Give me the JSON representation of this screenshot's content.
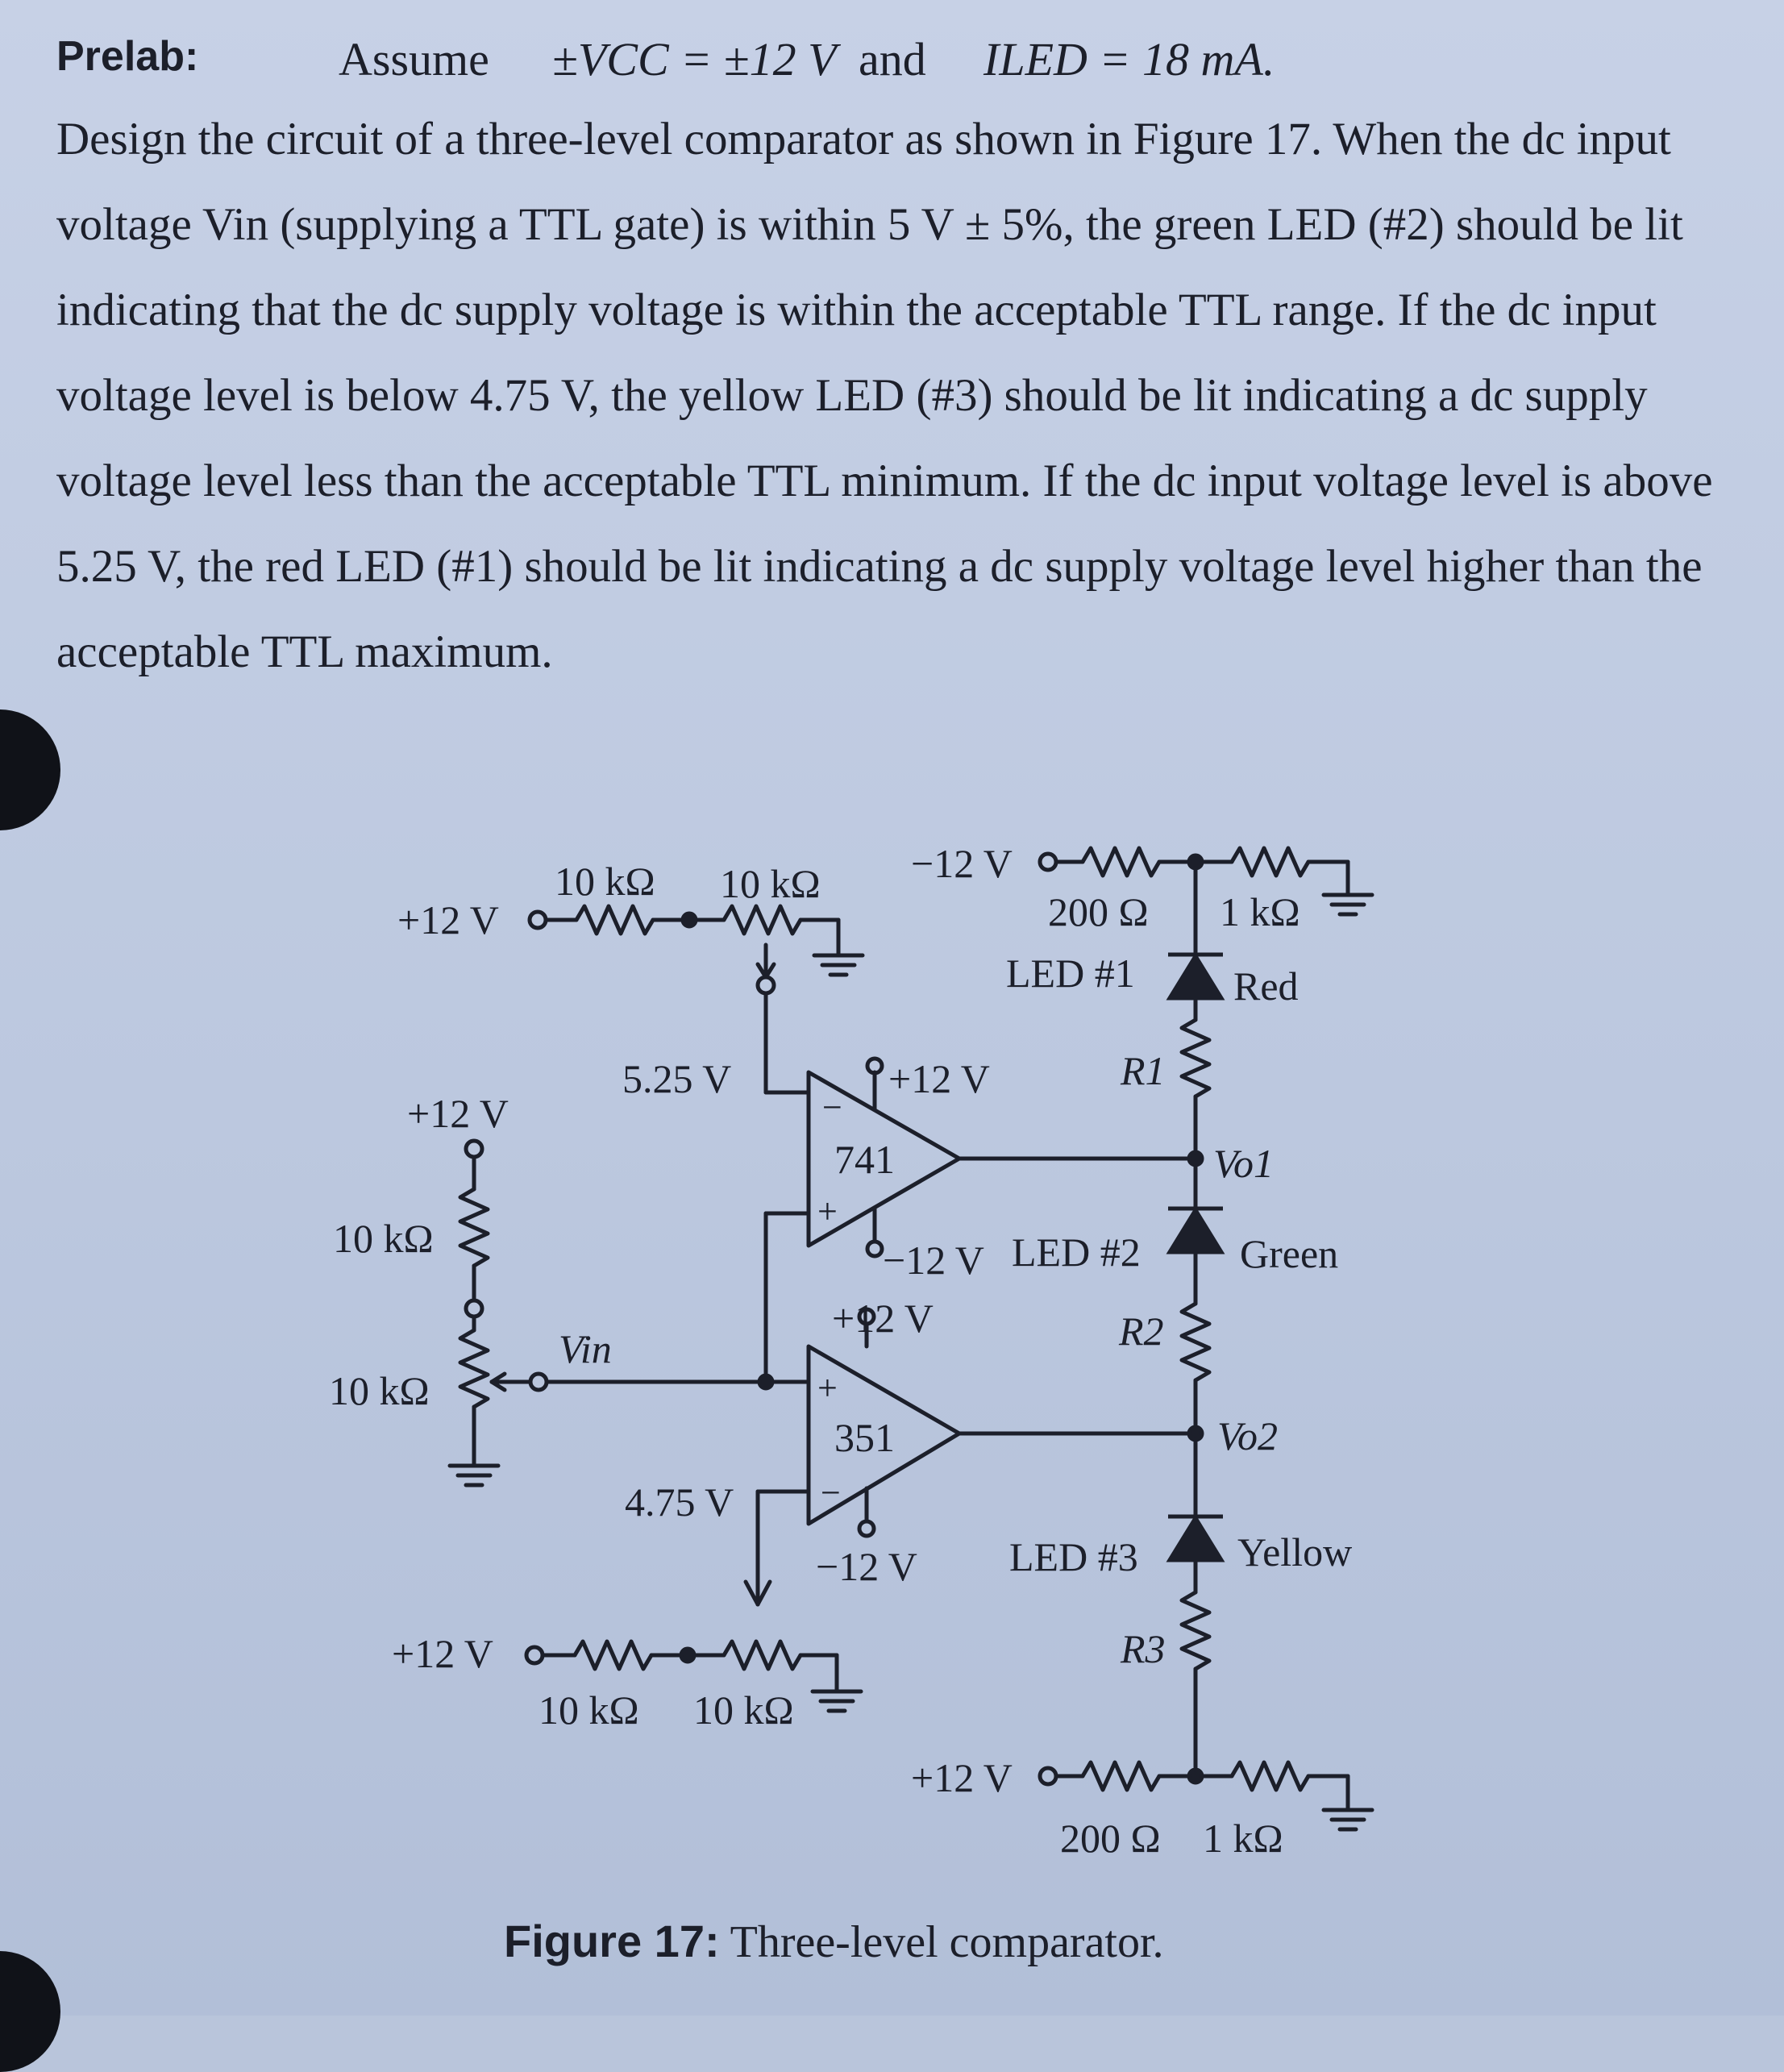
{
  "prelab": {
    "label": "Prelab:",
    "assume": "Assume",
    "vcc_expr": "±VCC = ±12 V",
    "and": "and",
    "iled_expr": "ILED = 18 mA."
  },
  "paragraph": {
    "lines": [
      "Design the circuit of a three-level comparator as shown in Figure 17. When the dc input",
      "voltage Vin (supplying a TTL gate) is within 5 V ± 5%, the green LED (#2) should be lit",
      "indicating that the dc supply voltage is within the acceptable TTL range. If the dc input",
      "voltage level is below 4.75 V, the yellow LED (#3) should be lit indicating a dc supply",
      "voltage level less than the acceptable TTL minimum. If the dc input voltage level is above",
      "5.25 V, the red LED (#1) should be lit indicating a dc supply voltage level higher than the",
      "acceptable TTL maximum."
    ]
  },
  "circuit": {
    "top_divider": {
      "supply": "+12 V",
      "r1": "10 kΩ",
      "r2": "10 kΩ",
      "ref": "5.25 V"
    },
    "bottom_divider": {
      "supply": "+12 V",
      "r1": "10 kΩ",
      "r2": "10 kΩ",
      "ref": "4.75 V"
    },
    "input_divider": {
      "supply": "+12 V",
      "r1": "10 kΩ",
      "r2": "10 kΩ",
      "vin": "Vin"
    },
    "opamp1": {
      "name": "741",
      "vpos": "+12 V",
      "vneg": "−12 V",
      "minus": "−",
      "plus": "+"
    },
    "opamp2": {
      "name": "351",
      "vpos": "+12 V",
      "vneg": "−12 V",
      "minus": "−",
      "plus": "+"
    },
    "top_bias": {
      "supply": "−12 V",
      "r1": "200 Ω",
      "r2": "1 kΩ"
    },
    "bottom_bias": {
      "supply": "+12 V",
      "r1": "200 Ω",
      "r2": "1 kΩ"
    },
    "led1": {
      "label": "LED #1",
      "color_name": "Red"
    },
    "led2": {
      "label": "LED #2",
      "color_name": "Green"
    },
    "led3": {
      "label": "LED #3",
      "color_name": "Yellow"
    },
    "resistors": {
      "r1": "R1",
      "r2": "R2",
      "r3": "R3"
    },
    "outputs": {
      "vo1": "Vo1",
      "vo2": "Vo2"
    }
  },
  "caption": {
    "bold": "Figure 17:",
    "text": " Three-level comparator."
  },
  "colors": {
    "paper": "#bcc8df",
    "ink": "#1c1f2a"
  }
}
